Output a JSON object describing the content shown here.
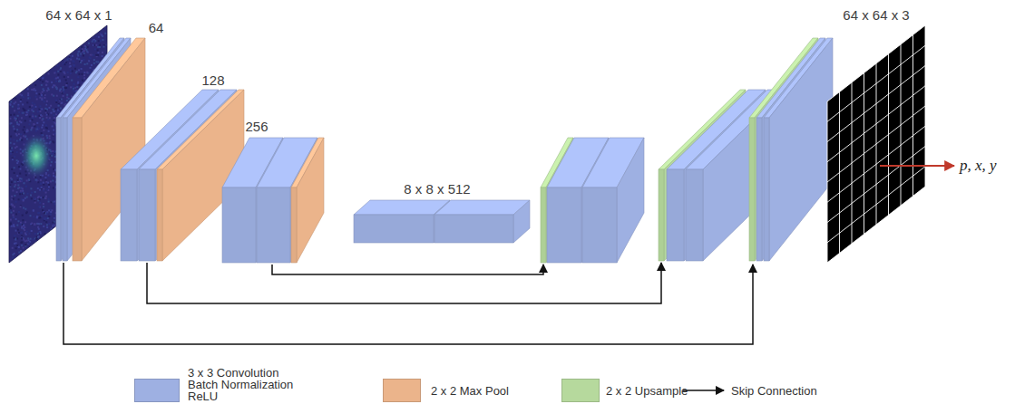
{
  "diagram": {
    "nodes": [
      {
        "text": [
          "64 x 64 x 1"
        ]
      },
      {
        "text": [
          "64"
        ]
      },
      {
        "text": [
          "128"
        ]
      },
      {
        "text": [
          "256"
        ]
      },
      {
        "text": [
          "8 x 8 x 512"
        ]
      },
      {
        "text": [
          "64 x 64 x 3"
        ]
      }
    ],
    "labels": [
      "p, x, y"
    ],
    "legend": [
      {
        "text": "3 x 3 Convolution Batch Normalization ReLU",
        "color": "#9eb0e2"
      },
      {
        "text": "2 x 2 Max Pool",
        "color": "#ebb48b"
      },
      {
        "text": "2 x 2 Upsample",
        "color": "#b6d99d"
      },
      {
        "text": "Skip Connection"
      }
    ]
  }
}
